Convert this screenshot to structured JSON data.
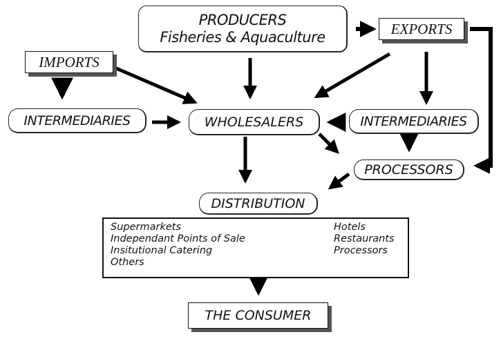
{
  "diagram": {
    "nodes": {
      "producers": {
        "line1": "PRODUCERS",
        "line2": "Fisheries & Aquaculture"
      },
      "exports": "EXPORTS",
      "imports": "IMPORTS",
      "intermediaries_left": "INTERMEDIARIES",
      "wholesalers": "WHOLESALERS",
      "intermediaries_right": "INTERMEDIARIES",
      "processors": "PROCESSORS",
      "distribution": "DISTRIBUTION",
      "consumer": "THE CONSUMER"
    },
    "distribution_channels": {
      "left": [
        "Supermarkets",
        "Independant Points of Sale",
        "Insitutional Catering",
        "Others"
      ],
      "right": [
        "Hotels",
        "Restaurants",
        "Processors"
      ]
    },
    "edges": [
      {
        "from": "producers",
        "to": "exports"
      },
      {
        "from": "producers",
        "to": "wholesalers"
      },
      {
        "from": "imports",
        "to": "intermediaries_left"
      },
      {
        "from": "imports",
        "to": "wholesalers"
      },
      {
        "from": "exports",
        "to": "wholesalers"
      },
      {
        "from": "exports",
        "to": "intermediaries_right"
      },
      {
        "from": "exports",
        "to": "processors"
      },
      {
        "from": "intermediaries_left",
        "to": "wholesalers"
      },
      {
        "from": "intermediaries_right",
        "to": "wholesalers"
      },
      {
        "from": "intermediaries_right",
        "to": "processors"
      },
      {
        "from": "wholesalers",
        "to": "processors"
      },
      {
        "from": "wholesalers",
        "to": "distribution"
      },
      {
        "from": "processors",
        "to": "distribution"
      },
      {
        "from": "distribution",
        "to": "consumer"
      }
    ]
  }
}
